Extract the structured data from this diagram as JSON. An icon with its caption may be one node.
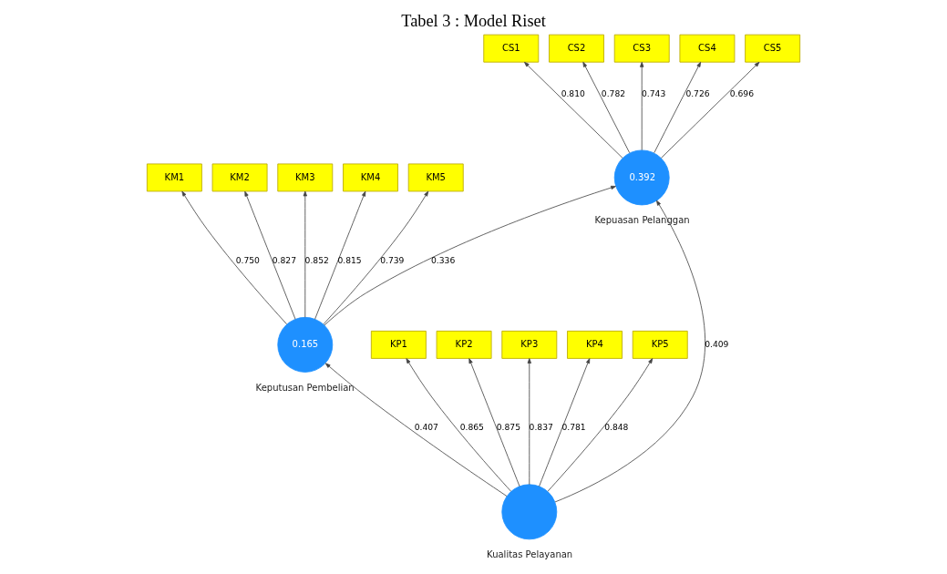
{
  "diagram": {
    "title": "Tabel 3 : Model Riset",
    "nodes": [
      {
        "text": [
          "0.165"
        ],
        "beside": [
          "Keputusan Pembelian"
        ]
      },
      {
        "text": [
          "KM1"
        ]
      },
      {
        "text": [
          "KM2"
        ]
      },
      {
        "text": [
          "KM3"
        ]
      },
      {
        "text": [
          "KM4"
        ]
      },
      {
        "text": [
          "KM5"
        ]
      },
      {
        "text": [],
        "shape": "circle",
        "beside": [
          "Kualitas Pelayanan"
        ]
      },
      {
        "text": [
          "KP1"
        ]
      },
      {
        "text": [
          "KP2"
        ]
      },
      {
        "text": [
          "KP3"
        ]
      },
      {
        "text": [
          "KP4"
        ]
      },
      {
        "text": [
          "KP5"
        ]
      },
      {
        "text": [
          "0.392"
        ],
        "beside": [
          "Kepuasan Pelanggan"
        ]
      },
      {
        "text": [
          "CS1"
        ]
      },
      {
        "text": [
          "CS2"
        ]
      },
      {
        "text": [
          "CS3"
        ]
      },
      {
        "text": [
          "CS4"
        ]
      },
      {
        "text": [
          "CS5"
        ]
      }
    ],
    "edges": [
      {
        "from": 0,
        "to": 1,
        "arrow": "to",
        "label": "0.750"
      },
      {
        "from": 0,
        "to": 2,
        "arrow": "to",
        "label": "0.827"
      },
      {
        "from": 0,
        "to": 3,
        "arrow": "to",
        "label": "0.852"
      },
      {
        "from": 0,
        "to": 4,
        "arrow": "to",
        "label": "0.815"
      },
      {
        "from": 0,
        "to": 5,
        "arrow": "to",
        "label": "0.739"
      },
      {
        "from": 6,
        "to": 0,
        "arrow": "to",
        "label": "0.407"
      },
      {
        "from": 0,
        "to": 12,
        "arrow": "to",
        "label": "0.336"
      },
      {
        "from": 6,
        "to": 12,
        "arrow": "to",
        "label": "0.409"
      },
      {
        "from": 6,
        "to": 7,
        "arrow": "to",
        "label": "0.865"
      },
      {
        "from": 6,
        "to": 8,
        "arrow": "to",
        "label": "0.875"
      },
      {
        "from": 6,
        "to": 9,
        "arrow": "to",
        "label": "0.837"
      },
      {
        "from": 6,
        "to": 10,
        "arrow": "to",
        "label": "0.781"
      },
      {
        "from": 6,
        "to": 11,
        "arrow": "to",
        "label": "0.848"
      },
      {
        "from": 12,
        "to": 13,
        "arrow": "to",
        "label": "0.810"
      },
      {
        "from": 12,
        "to": 14,
        "arrow": "to",
        "label": "0.782"
      },
      {
        "from": 12,
        "to": 15,
        "arrow": "to",
        "label": "0.743"
      },
      {
        "from": 12,
        "to": 16,
        "arrow": "to",
        "label": "0.726"
      },
      {
        "from": 12,
        "to": 17,
        "arrow": "to",
        "label": "0.696"
      }
    ]
  }
}
